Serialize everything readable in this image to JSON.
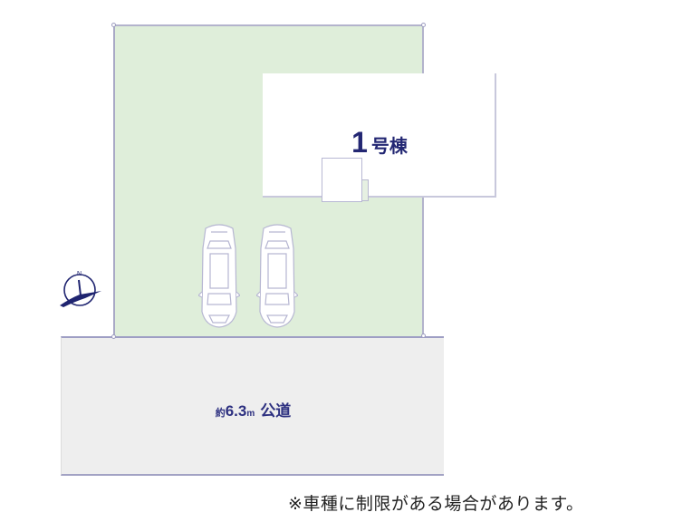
{
  "diagram": {
    "title": "site-layout-plan",
    "lot": {
      "fill": "#dfeeda",
      "border": "#b3b3cc"
    },
    "building": {
      "number": "1",
      "label_suffix": "号棟",
      "text_color": "#232773"
    },
    "parking": {
      "car_count": 2
    },
    "compass": {
      "direction_label": "N",
      "color": "#1f2470"
    },
    "road": {
      "prefix": "約",
      "width_value": "6.3",
      "unit": "m",
      "type": "公道",
      "fill": "#eeeeee"
    },
    "note": "※車種に制限がある場合があります。"
  }
}
